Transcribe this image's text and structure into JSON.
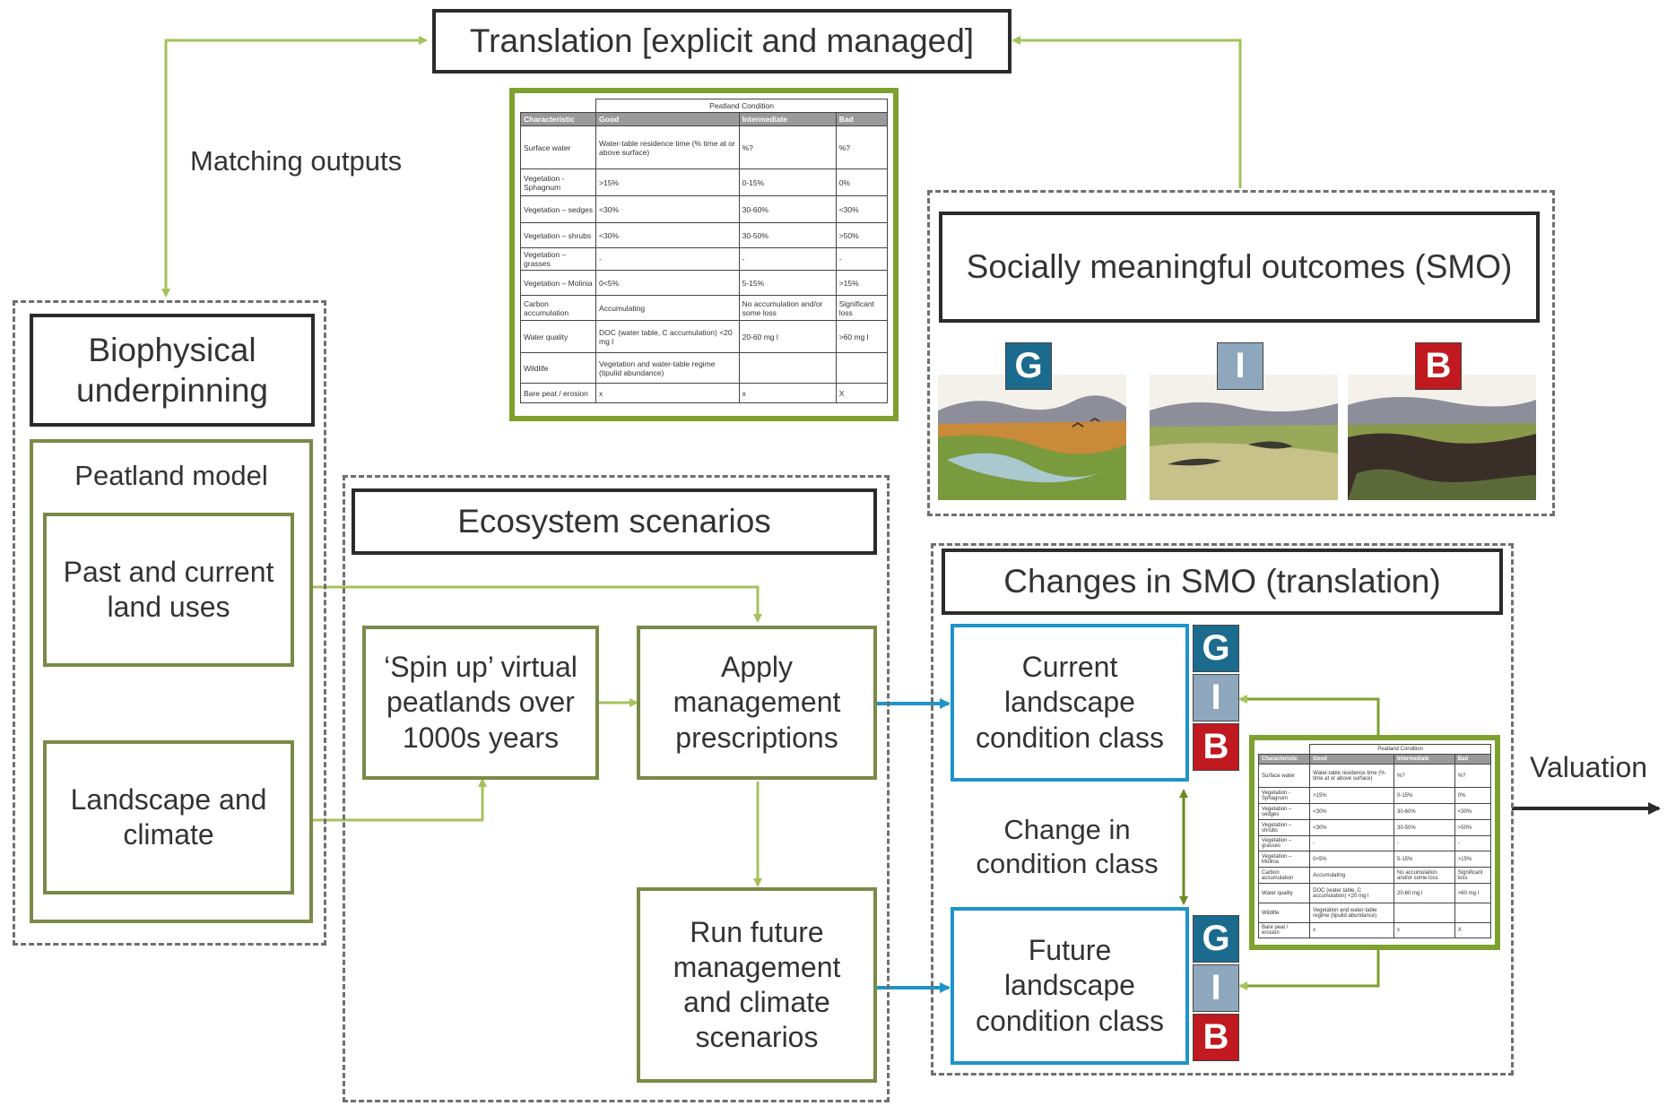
{
  "translation": {
    "title": "Translation [explicit and managed]"
  },
  "matching_outputs": "Matching outputs",
  "biophysical": {
    "title": "Biophysical underpinning",
    "model_title": "Peatland model",
    "past_land_uses": "Past and current land uses",
    "landscape_climate": "Landscape and climate"
  },
  "ecosystem": {
    "title": "Ecosystem scenarios",
    "spin_up": "‘Spin up’ virtual peatlands over 1000s years",
    "apply_mgmt": "Apply management prescriptions",
    "run_future": "Run future management and climate scenarios"
  },
  "smo": {
    "title": "Socially meaningful outcomes (SMO)",
    "classes": [
      {
        "letter": "G",
        "color": "#1b6b8f"
      },
      {
        "letter": "I",
        "color": "#8fa7bd"
      },
      {
        "letter": "B",
        "color": "#c0191f"
      }
    ]
  },
  "changes": {
    "title": "Changes in SMO (translation)",
    "current": "Current landscape condition class",
    "future": "Future landscape condition class",
    "change": "Change in condition class"
  },
  "valuation": "Valuation",
  "condition_table": {
    "super_header": "Peatland Condition",
    "headers": [
      "Characteristic",
      "Good",
      "Intermediate",
      "Bad"
    ],
    "rows": [
      [
        "Surface water",
        "Water-table residence time (% time at or above surface)",
        "%?",
        "%?"
      ],
      [
        "Vegetation - Sphagnum",
        ">15%",
        "0-15%",
        "0%"
      ],
      [
        "Vegetation – sedges",
        "<30%",
        "30-60%",
        "<30%"
      ],
      [
        "Vegetation – shrubs",
        "<30%",
        "30-50%",
        ">50%"
      ],
      [
        "Vegetation – grasses",
        "-",
        "-",
        "-"
      ],
      [
        "Vegetation – Molinia",
        "0<5%",
        "5-15%",
        ">15%"
      ],
      [
        "Carbon accumulation",
        "Accumulating",
        "No accumulation and/or some loss",
        "Significant loss"
      ],
      [
        "Water quality",
        "DOC (water table, C accumulation) <20 mg l",
        "20-60 mg l",
        ">60 mg l"
      ],
      [
        "Wildlife",
        "Vegetation and water-table regime (tipulid abundance)",
        "",
        ""
      ],
      [
        "Bare peat / erosion",
        "x",
        "x",
        "X"
      ]
    ]
  }
}
